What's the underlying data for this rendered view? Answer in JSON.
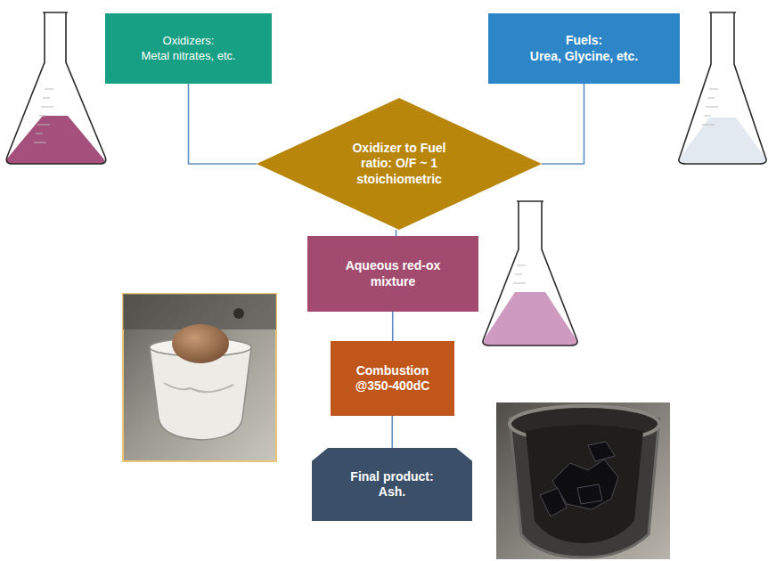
{
  "diagram": {
    "nodes": [
      {
        "text": [
          "Oxidizers:",
          "Metal nitrates, etc."
        ]
      },
      {
        "text": [
          "Fuels:",
          "Urea, Glycine, etc."
        ]
      },
      {
        "text": [
          "Oxidizer to Fuel ratio: O/F ~ 1 stoichiometric"
        ]
      },
      {
        "text": [
          "Aqueous red-ox mixture"
        ]
      },
      {
        "text": [
          "Combustion @350-400dC"
        ]
      },
      {
        "text": [
          "Final product: Ash."
        ]
      }
    ],
    "edges": [
      {
        "from": 0,
        "to": 2,
        "arrow": "none"
      },
      {
        "from": 1,
        "to": 2,
        "arrow": "none"
      },
      {
        "from": 2,
        "to": 3,
        "arrow": "none"
      },
      {
        "from": 3,
        "to": 4,
        "arrow": "none"
      },
      {
        "from": 4,
        "to": 5,
        "arrow": "none"
      }
    ]
  }
}
